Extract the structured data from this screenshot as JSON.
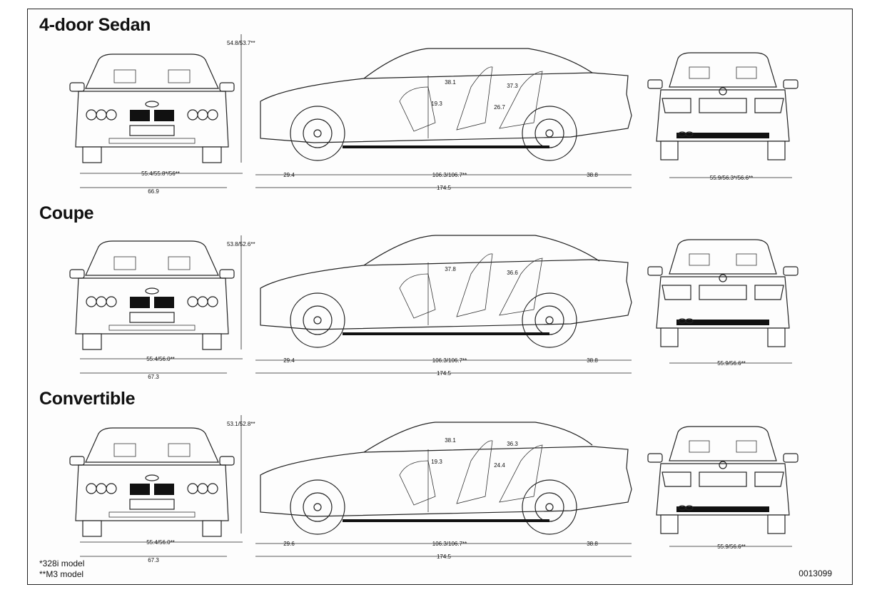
{
  "sections": [
    {
      "title": "4-door Sedan",
      "front_height": "54.8/53.7**",
      "front_track": "55.4/55.8*/56**",
      "front_width": "66.9",
      "interior_front_headroom": "38.1",
      "interior_rear_headroom": "37.3",
      "interior_front_legroom": "19.3",
      "interior_rear_legroom": "26.7",
      "front_overhang": "29.4",
      "wheelbase": "106.3/106.7**",
      "rear_overhang": "38.8",
      "overall_length": "174.5",
      "rear_track": "55.9/56.3*/56.6**"
    },
    {
      "title": "Coupe",
      "front_height": "53.8/52.6**",
      "front_track": "55.4/56.0**",
      "front_width": "67.3",
      "interior_front_headroom": "37.8",
      "interior_rear_headroom": "36.6",
      "interior_front_legroom": "",
      "interior_rear_legroom": "",
      "front_overhang": "29.4",
      "wheelbase": "106.3/106.7**",
      "rear_overhang": "38.8",
      "overall_length": "174.5",
      "rear_track": "55.9/56.6**"
    },
    {
      "title": "Convertible",
      "front_height": "53.1/52.8**",
      "front_track": "55.4/56.0**",
      "front_width": "67.3",
      "interior_front_headroom": "38.1",
      "interior_rear_headroom": "36.3",
      "interior_front_legroom": "19.3",
      "interior_rear_legroom": "24.4",
      "front_overhang": "29.6",
      "wheelbase": "106.3/106.7**",
      "rear_overhang": "38.8",
      "overall_length": "174.5",
      "rear_track": "55.9/56.6**"
    }
  ],
  "footnotes": {
    "note1": "*328i model",
    "note2": "**M3 model"
  },
  "document_number": "0013099"
}
